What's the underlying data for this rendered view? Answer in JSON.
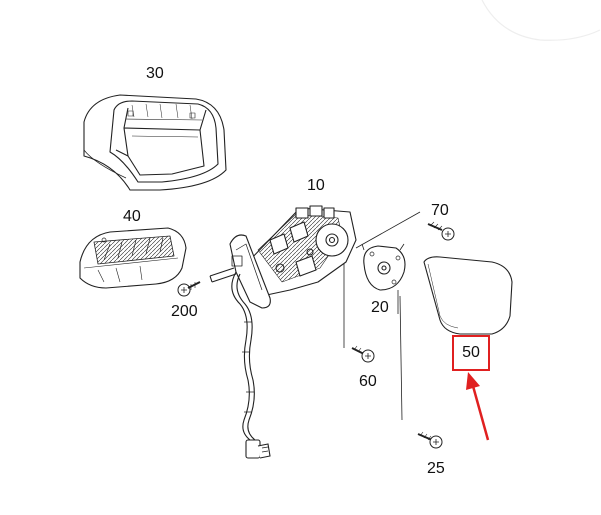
{
  "diagram": {
    "parts": [
      {
        "id": "30",
        "label": "30"
      },
      {
        "id": "10",
        "label": "10"
      },
      {
        "id": "40",
        "label": "40"
      },
      {
        "id": "70",
        "label": "70"
      },
      {
        "id": "200",
        "label": "200"
      },
      {
        "id": "20",
        "label": "20"
      },
      {
        "id": "50",
        "label": "50"
      },
      {
        "id": "60",
        "label": "60"
      },
      {
        "id": "25",
        "label": "25"
      }
    ],
    "highlight": {
      "part": "50",
      "color": "#e02020"
    },
    "colors": {
      "line": "#222222",
      "background": "#ffffff",
      "accent": "#e02020"
    }
  }
}
